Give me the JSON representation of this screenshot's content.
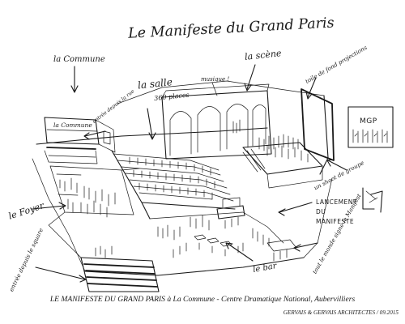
{
  "title": "Le Manifeste du Grand Paris",
  "labels": {
    "la_commune": "la Commune",
    "la_commune_sign": "la Commune",
    "entree_depuis_la_rue": "entrée depuis la rue",
    "la_salle": "la salle",
    "places": "360 places",
    "musique": "musique !",
    "la_scene": "la scène",
    "toile_de_fond": "toile de fond projections",
    "mgp": "MGP",
    "un_shoot_de_groupe": "un shoot de groupe",
    "le_foyer": "le Foyer",
    "lancement_du_manifeste": "LANCEMENT DU MANIFESTE",
    "le_bar": "le bar",
    "tout_le_monde_signe": "tout le monde signe le Manifest",
    "entree_depuis_le_square": "entrée depuis le square"
  },
  "caption": {
    "title": "LE MANIFESTE DU GRAND PARIS",
    "rest": " à La Commune - Centre Dramatique National, Aubervilliers"
  },
  "credit": "GERVAIS & GERVAIS ARCHITECTES / 09.2015"
}
